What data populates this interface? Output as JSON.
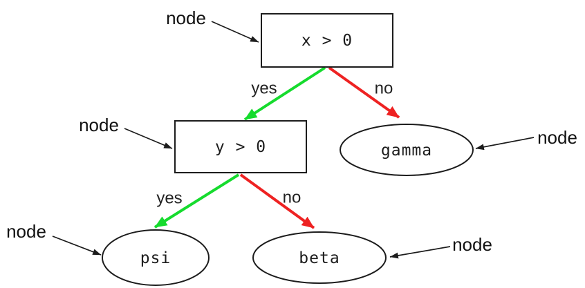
{
  "diagram": {
    "type": "decision-tree",
    "nodes": [
      {
        "id": "root",
        "shape": "rectangle",
        "label": "x > 0"
      },
      {
        "id": "y-test",
        "shape": "rectangle",
        "label": "y > 0"
      },
      {
        "id": "gamma",
        "shape": "ellipse",
        "label": "gamma"
      },
      {
        "id": "psi",
        "shape": "ellipse",
        "label": "psi"
      },
      {
        "id": "beta",
        "shape": "ellipse",
        "label": "beta"
      }
    ],
    "edges": [
      {
        "from": "x > 0",
        "to": "y > 0",
        "label": "yes",
        "color": "green"
      },
      {
        "from": "x > 0",
        "to": "gamma",
        "label": "no",
        "color": "red"
      },
      {
        "from": "y > 0",
        "to": "psi",
        "label": "yes",
        "color": "green"
      },
      {
        "from": "y > 0",
        "to": "beta",
        "label": "no",
        "color": "red"
      }
    ],
    "annotations": [
      {
        "label": "node",
        "points_to": "x > 0"
      },
      {
        "label": "node",
        "points_to": "y > 0"
      },
      {
        "label": "node",
        "points_to": "gamma"
      },
      {
        "label": "node",
        "points_to": "psi"
      },
      {
        "label": "node",
        "points_to": "beta"
      }
    ]
  },
  "colors": {
    "yes_green": "#16DB2E",
    "no_red": "#EE2222",
    "node_stroke": "#1c1c1c",
    "background": "#ffffff"
  }
}
